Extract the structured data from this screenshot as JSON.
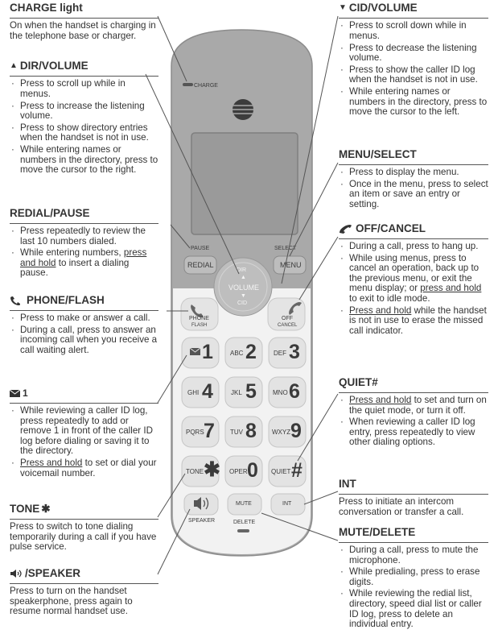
{
  "charge": {
    "title": "CHARGE light",
    "text": "On when the handset is charging in the telephone base or charger."
  },
  "dir_volume": {
    "title": "DIR/VOLUME",
    "icon": "triangle-up-icon",
    "items": [
      "Press to scroll up while in menus.",
      "Press to increase the listening volume.",
      "Press to show directory entries when the handset is not in use.",
      "While entering names or numbers in the directory, press to move the cursor to the right."
    ]
  },
  "redial_pause": {
    "title": "REDIAL/PAUSE",
    "item1": "Press repeatedly to review the last 10 numbers dialed.",
    "item2_pre": "While entering numbers,",
    "item2_u": "press and hold",
    "item2_post": "to insert a dialing pause."
  },
  "phone_flash": {
    "title": "PHONE/FLASH",
    "icon": "phone-handset-icon",
    "items": [
      "Press to make or answer a call.",
      "During a call, press to answer an incoming call when you receive a call waiting alert."
    ]
  },
  "key1": {
    "title": "1",
    "icon": "envelope-icon",
    "item1": "While reviewing a caller ID log, press repeatedly to add or remove 1 in front of the caller ID log before dialing or saving it to the directory.",
    "item2_u": "Press and hold",
    "item2_post": "to set or dial your voicemail number."
  },
  "tone": {
    "title": "TONE",
    "icon": "tone-star-icon",
    "text": "Press to switch to tone dialing temporarily during a call if you have pulse service."
  },
  "speaker": {
    "title": "/SPEAKER",
    "icon": "speaker-icon",
    "text": "Press to turn on the handset speakerphone, press again to resume normal handset use."
  },
  "cid_volume": {
    "title": "CID/VOLUME",
    "icon": "triangle-down-icon",
    "items": [
      "Press to scroll down while in menus.",
      "Press to decrease the listening volume.",
      "Press to show the caller ID log when the handset is not in use.",
      "While entering names or numbers in the directory, press to move the cursor to the left."
    ]
  },
  "menu_select": {
    "title": "MENU/SELECT",
    "items": [
      "Press to display the menu.",
      "Once in the menu, press to select an item or save an entry or setting."
    ]
  },
  "off_cancel": {
    "title": "OFF/CANCEL",
    "icon": "hang-up-icon",
    "item1": "During a call, press to hang up.",
    "item2_pre": "While using menus, press to cancel an operation, back up to the previous menu, or exit the menu display; or",
    "item2_u": "press and hold",
    "item2_post": "to exit to idle mode.",
    "item3_u": "Press and hold",
    "item3_post": "while the handset is not in use to erase the missed call indicator."
  },
  "quiet": {
    "title": "QUIET#",
    "item1_u": "Press and hold",
    "item1_post": "to set and turn on the quiet mode, or turn it off.",
    "item2": "When reviewing a caller ID log entry, press repeatedly to view other dialing options."
  },
  "int": {
    "title": "INT",
    "text": "Press to initiate an intercom conversation or transfer a call."
  },
  "mute_delete": {
    "title": "MUTE/DELETE",
    "items": [
      "During a call, press to mute the microphone.",
      "While predialing, press to erase digits.",
      "While reviewing the redial list, directory, speed dial list or caller ID log, press to delete an individual entry."
    ]
  },
  "handset": {
    "charge_label": "CHARGE",
    "pause": "PAUSE",
    "redial": "REDIAL",
    "select": "SELECT",
    "menu": "MENU",
    "nav_dir": "DIR",
    "nav_volume": "VOLUME",
    "nav_cid": "CID",
    "phone": "PHONE",
    "flash": "FLASH",
    "off": "OFF",
    "cancel": "CANCEL",
    "k1": "1",
    "k2": "2",
    "k2s": "ABC",
    "k3": "3",
    "k3s": "DEF",
    "k4": "4",
    "k4s": "GHI",
    "k5": "5",
    "k5s": "JKL",
    "k6": "6",
    "k6s": "MNO",
    "k7": "7",
    "k7s": "PQRS",
    "k8": "8",
    "k8s": "TUV",
    "k9": "9",
    "k9s": "WXYZ",
    "k0": "0",
    "k0s": "OPER",
    "tone": "TONE",
    "quiet": "QUIET",
    "speaker": "SPEAKER",
    "mute": "MUTE",
    "delete": "DELETE",
    "int": "INT",
    "body_color": "#a9a9a9",
    "lower_color": "#f2f2f2",
    "screen_color": "#9a9a9a"
  }
}
